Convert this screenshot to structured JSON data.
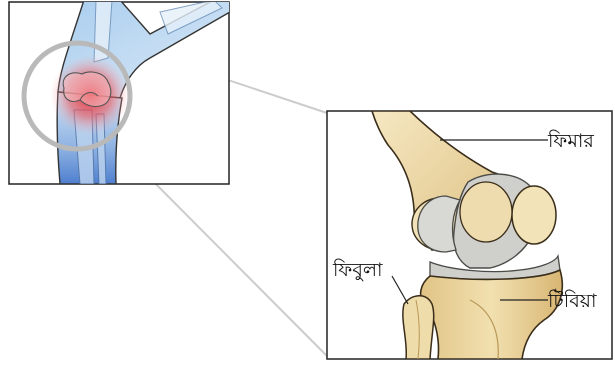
{
  "labels": {
    "femur": "ফিমার",
    "fibula": "ফিবুলা",
    "tibia": "টিবিয়া"
  },
  "colors": {
    "frame": "#222222",
    "connector": "#c8c8c8",
    "skin_light": "#d7e9f7",
    "skin_blue": "#5c8fd0",
    "inflammation": "#e8202a",
    "bone_light": "#f3e3b8",
    "bone_mid": "#e7cf92",
    "bone_dark": "#c8a566",
    "cartilage": "#cfd0cc",
    "cartilage_dark": "#8e8f8a",
    "outline": "#3a2d1a"
  }
}
